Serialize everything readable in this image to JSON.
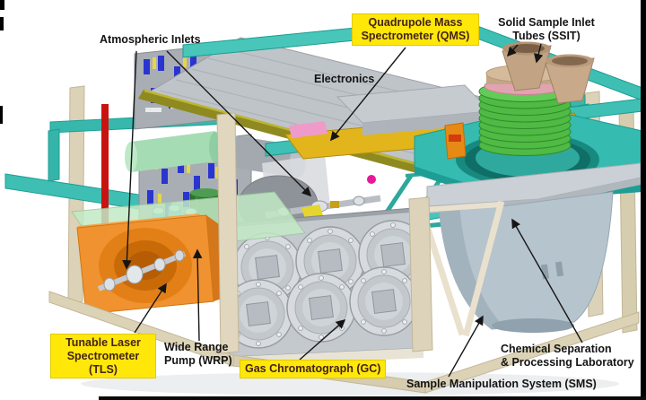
{
  "labels": {
    "atmospheric_inlets": "Atmospheric Inlets",
    "qms": "Quadrupole Mass Spectrometer (QMS)",
    "ssit": "Solid Sample Inlet Tubes (SSIT)",
    "electronics": "Electronics",
    "tls": "Tunable Laser Spectrometer (TLS)",
    "wrp": "Wide Range Pump (WRP)",
    "gc": "Gas Chromatograph (GC)",
    "chem_lab": [
      "Chemical Separation",
      "& Processing Laboratory"
    ],
    "sms": "Sample Manipulation System (SMS)"
  },
  "colors": {
    "label_highlight": "#FFE70A",
    "frame_teal": "#3FBFB3",
    "structure_beige": "#DCD2B8",
    "tls_orange": "#F0922F",
    "wrp_green": "#2E7032",
    "coil_green": "#4FBA44",
    "sms_drum": "#B6C4CD",
    "electronics_gray": "#BFC4C9",
    "board_component_blue": "#2A35D0",
    "leader_line": "#151515"
  }
}
